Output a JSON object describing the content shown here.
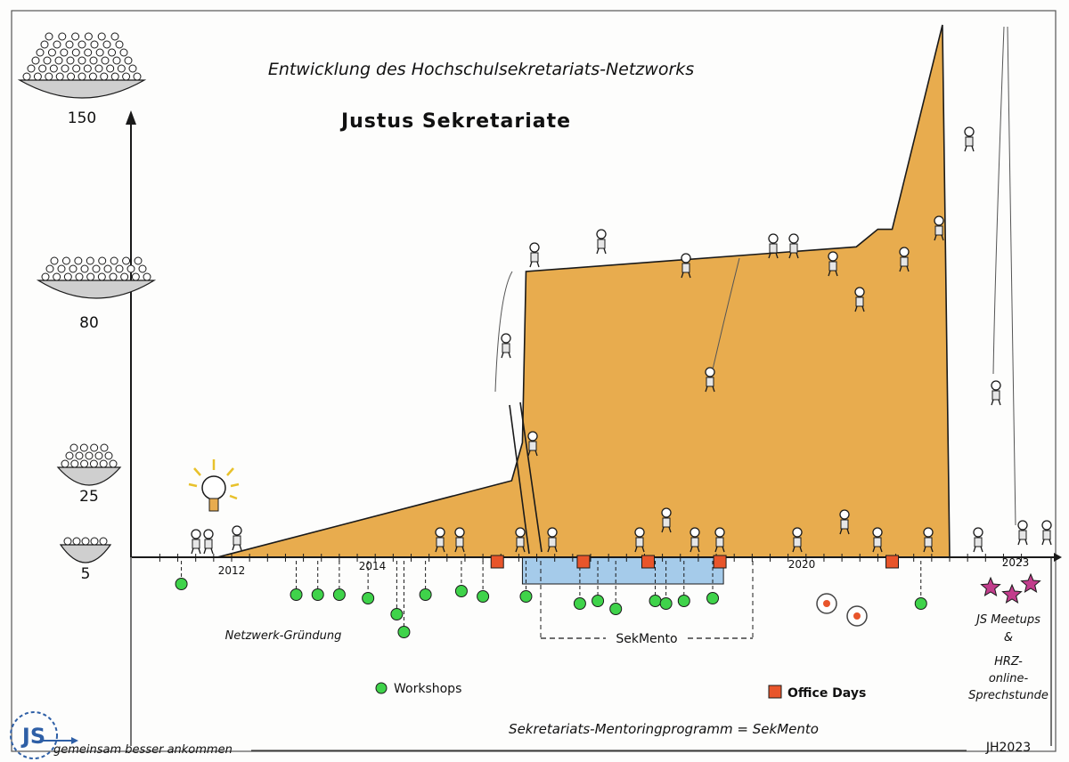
{
  "chart_data": {
    "type": "area",
    "title": "Entwicklung des Hochschulsekretariats-Netzworks",
    "subtitle": "Justus Sekretariate",
    "y_ticks": [
      {
        "label": "5",
        "value": 5
      },
      {
        "label": "25",
        "value": 25
      },
      {
        "label": "80",
        "value": 80
      },
      {
        "label": "150",
        "value": 150
      }
    ],
    "x_year_labels": [
      {
        "label": "2012",
        "year": 2012
      },
      {
        "label": "2014",
        "year": 2014
      },
      {
        "label": "2020",
        "year": 2020
      },
      {
        "label": "2023",
        "year": 2023
      }
    ],
    "series": [
      {
        "x": [
          2011.8,
          2015.9,
          2016.05,
          2016.1,
          2020.7,
          2021.0,
          2021.2,
          2021.9,
          2022.0
        ],
        "y": [
          5,
          25,
          35,
          80,
          87,
          92,
          92,
          165,
          5
        ]
      }
    ],
    "workshops": [
      2011.3,
      2012.9,
      2013.2,
      2013.5,
      2013.9,
      2014.3,
      2014.4,
      2014.7,
      2015.2,
      2015.5,
      2016.1,
      2016.85,
      2017.1,
      2017.35,
      2017.9,
      2018.05,
      2018.3,
      2018.7,
      2021.6
    ],
    "office_days": [
      2015.7,
      2016.9,
      2017.8,
      2018.8,
      2021.2
    ],
    "sekmento_range": [
      2016.05,
      2018.85
    ],
    "annotations": {
      "gruendung": "Netzwerk-Gründung",
      "sekmento": "SekMento",
      "meetups_1": "JS Meetups",
      "meetups_amp": "&",
      "meetups_2": "HRZ-",
      "meetups_3": "online-",
      "meetups_4": "Sprechstunde"
    },
    "legend": {
      "workshops": "Workshops",
      "office_days": "Office Days"
    },
    "footer": "Sekretariats-Mentoringprogramm = SekMento",
    "signature": "JH2023",
    "logo_tagline": "gemeinsam besser ankommen",
    "logo": "JS"
  },
  "colors": {
    "area": "#E8AC4E",
    "workshop": "#3FD34A",
    "office_day": "#E8552B",
    "sekmento": "#A5CBEA",
    "star": "#C23D8C",
    "ink": "#1a1a1a",
    "logo": "#2E5FA6"
  }
}
